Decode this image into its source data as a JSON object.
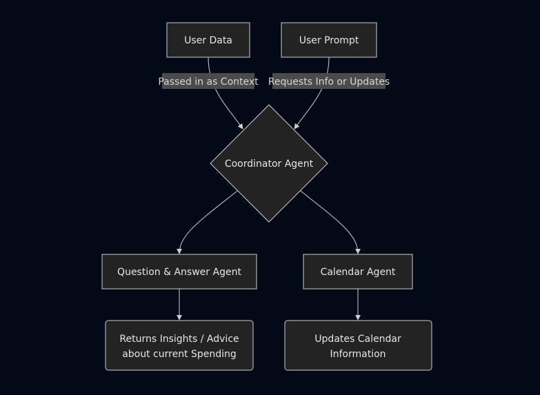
{
  "nodes": {
    "user_data": "User Data",
    "user_prompt": "User Prompt",
    "coordinator": "Coordinator Agent",
    "qa_agent": "Question & Answer Agent",
    "calendar_agent": "Calendar Agent",
    "insights": [
      "Returns Insights / Advice",
      "about current Spending"
    ],
    "calendar_update": [
      "Updates Calendar",
      "Information"
    ]
  },
  "edges": {
    "user_data_to_coordinator": "Passed in as Context",
    "user_prompt_to_coordinator": "Requests Info or Updates"
  },
  "colors": {
    "background": "#030917",
    "node_fill": "#232323",
    "stroke": "#cfcfcf",
    "label_bg": "#4b4b4b"
  }
}
